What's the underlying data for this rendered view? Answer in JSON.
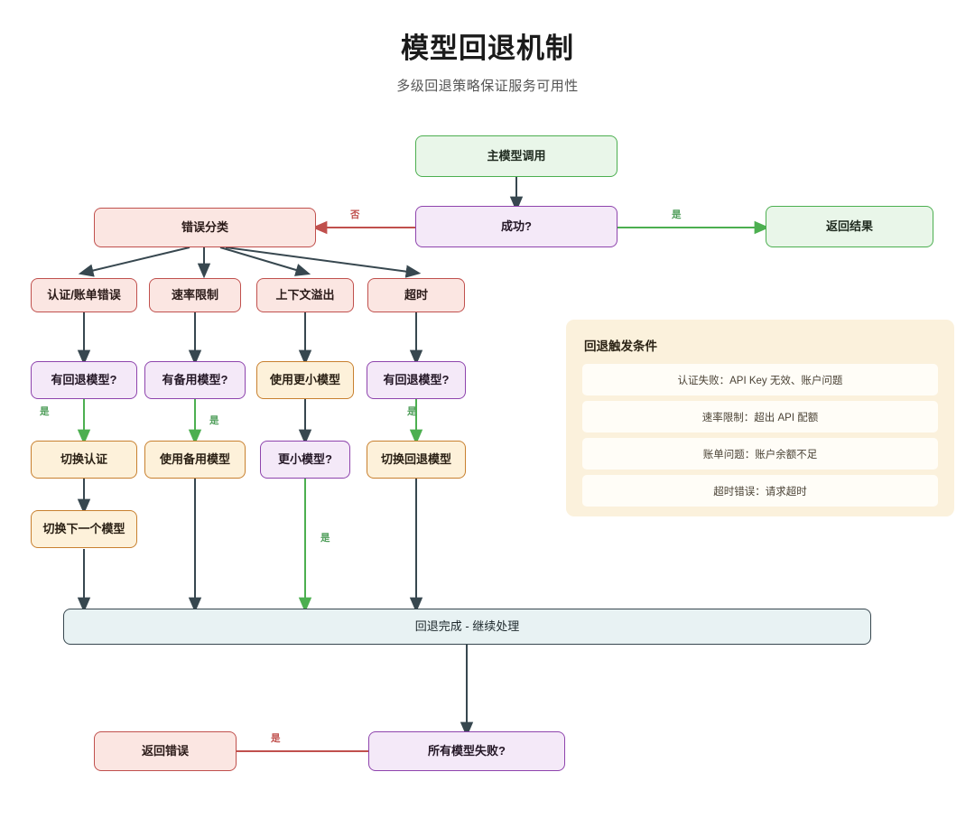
{
  "header": {
    "title": "模型回退机制",
    "subtitle": "多级回退策略保证服务可用性"
  },
  "colors": {
    "green_fill": "#e9f6e9",
    "green_stroke": "#4caf50",
    "purple_fill": "#f4e9f8",
    "purple_stroke": "#8e44ad",
    "red_fill": "#fbe6e2",
    "red_stroke": "#c0504d",
    "orange_fill": "#fdf1da",
    "orange_stroke": "#c8802f",
    "teal_fill": "#e8f2f3",
    "teal_stroke": "#37474f",
    "edge_dark": "#37474f",
    "edge_green": "#4caf50",
    "edge_red": "#c0504d",
    "panel_bg": "#fbf1dc",
    "panel_item_bg": "#fffdf7",
    "page_bg": "#ffffff"
  },
  "nodes": {
    "primary_call": "主模型调用",
    "success": "成功?",
    "return_result": "返回结果",
    "error_classify": "错误分类",
    "err_auth": "认证/账单错误",
    "err_rate": "速率限制",
    "err_context": "上下文溢出",
    "err_timeout": "超时",
    "q_has_fallback_1": "有回退模型?",
    "q_has_backup": "有备用模型?",
    "use_smaller_model": "使用更小模型",
    "q_has_fallback_2": "有回退模型?",
    "switch_auth": "切换认证",
    "use_backup_model": "使用备用模型",
    "q_smaller_model": "更小模型?",
    "switch_fallback_model": "切换回退模型",
    "switch_next_model": "切换下一个模型",
    "fallback_done": "回退完成 - 继续处理",
    "all_models_failed": "所有模型失败?",
    "return_error": "返回错误"
  },
  "edge_labels": {
    "success_yes": "是",
    "success_no": "否",
    "auth_yes": "是",
    "backup_yes": "是",
    "fallback_yes": "是",
    "smaller_yes": "是",
    "all_failed_yes": "是"
  },
  "panel": {
    "title": "回退触发条件",
    "items": [
      "认证失败：API Key 无效、账户问题",
      "速率限制：超出 API 配额",
      "账单问题：账户余额不足",
      "超时错误：请求超时"
    ]
  }
}
